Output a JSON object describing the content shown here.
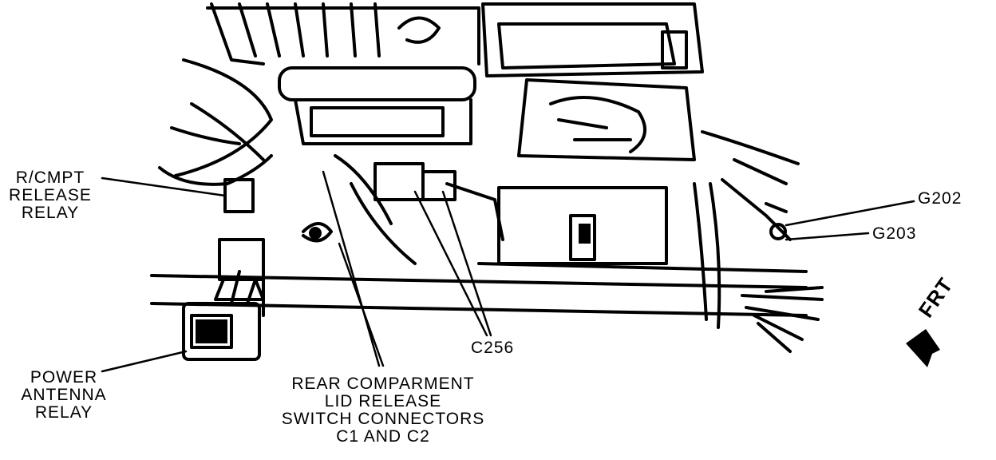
{
  "labels": {
    "rcmpt_relay": [
      "R/CMPT",
      "RELEASE",
      "RELAY"
    ],
    "power_antenna_relay": [
      "POWER",
      "ANTENNA",
      "RELAY"
    ],
    "rear_compartment": [
      "REAR COMPARMENT",
      "LID RELEASE",
      "SWITCH CONNECTORS",
      "C1 AND C2"
    ],
    "c256": "C256",
    "g202": "G202",
    "g203": "G203",
    "frt": "FRT"
  }
}
